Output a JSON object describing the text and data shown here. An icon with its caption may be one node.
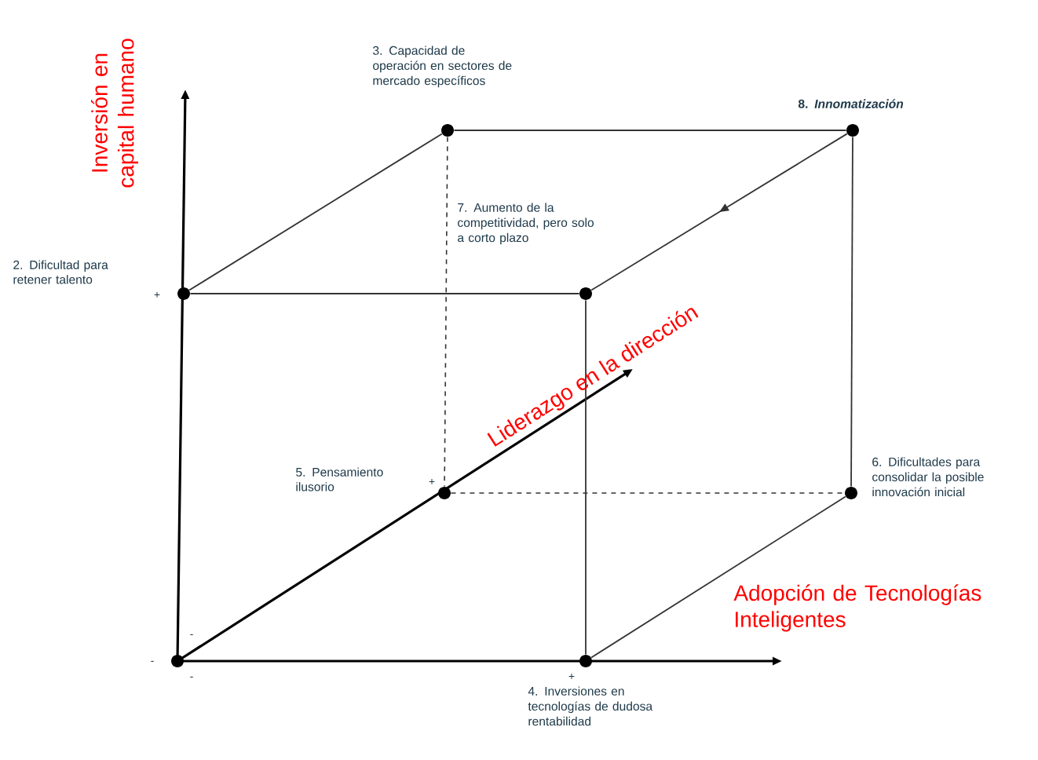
{
  "diagram": {
    "nodes": [
      {
        "text": [],
        "shape": "circle",
        "beside": [
          "3. Capacidad de operación en sectores de mercado específicos"
        ]
      },
      {
        "text": [],
        "shape": "circle",
        "beside": [
          "8. *Innomatización*"
        ]
      },
      {
        "text": [],
        "shape": "circle"
      },
      {
        "text": [],
        "shape": "circle",
        "beside": [
          "7. Aumento de la competitividad, pero solo a corto plazo"
        ]
      },
      {
        "text": [],
        "shape": "circle"
      },
      {
        "text": [],
        "shape": "circle",
        "beside": [
          "6. Dificultades para consolidar la posible innovación inicial"
        ]
      },
      {
        "text": [],
        "shape": "circle"
      },
      {
        "text": [],
        "shape": "circle",
        "beside": [
          "4. Inversiones en tecnologías de dudosa rentabilidad"
        ]
      }
    ],
    "edges": [
      {
        "from": 2,
        "to": 0,
        "arrow": "none"
      },
      {
        "from": 0,
        "to": 1,
        "arrow": "none"
      },
      {
        "from": 2,
        "to": 3,
        "arrow": "none"
      },
      {
        "from": 0,
        "to": 4,
        "arrow": "none",
        "style": "dashed"
      },
      {
        "from": 3,
        "to": 7,
        "arrow": "none"
      },
      {
        "from": 1,
        "to": 3,
        "arrow": "to"
      },
      {
        "from": 1,
        "to": 5,
        "arrow": "none"
      },
      {
        "from": 4,
        "to": 5,
        "arrow": "none",
        "style": "dashed"
      },
      {
        "from": 7,
        "to": 5,
        "arrow": "none"
      }
    ],
    "labels": [
      "Inversión en capital humano",
      "2. Dificultad para retener talento",
      "Liderazgo en la dirección",
      "5. Pensamiento ilusorio",
      "Adopción de Tecnologías Inteligentes",
      "+",
      "+",
      "+",
      "-",
      "-",
      "-"
    ]
  }
}
